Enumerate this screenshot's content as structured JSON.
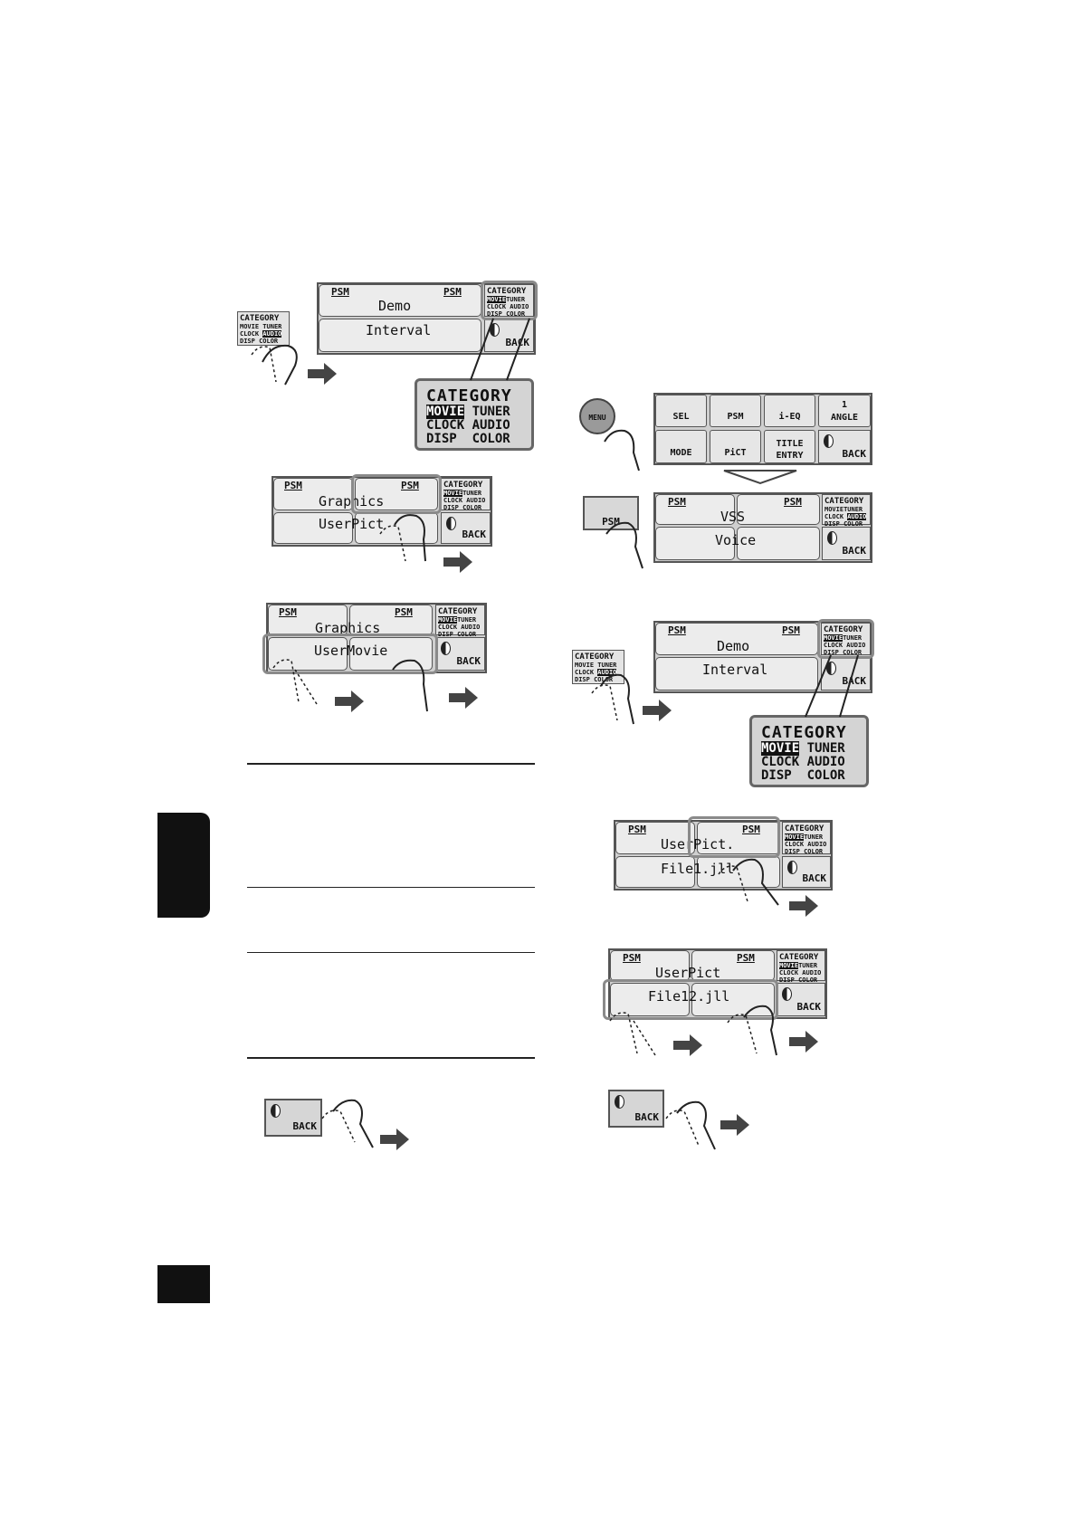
{
  "labels": {
    "psm": "PSM",
    "category": "CATEGORY",
    "movie": "MOVIE",
    "tuner": "TUNER",
    "clock": "CLOCK",
    "audio": "AUDIO",
    "disp": "DISP",
    "color": "COLOR",
    "back": "BACK",
    "menu": "MENU"
  },
  "screens": {
    "demo_top": "Demo",
    "interval_bottom": "Interval",
    "graphics_top": "Graphics",
    "userpict_bottom": "UserPict",
    "usermovie_bottom": "UserMovie",
    "vss_top": "VSS",
    "voice_bottom": "Voice",
    "userpict_top": "UserPict.",
    "file1_bottom": "File1.jll",
    "userpict_top2": "UserPict",
    "file12_bottom": "File12.jll"
  },
  "menu_grid": {
    "items": [
      "SEL",
      "PSM",
      "i-EQ",
      "1\nANGLE",
      "MODE",
      "PiCT",
      "TITLE\nENTRY",
      "BACK"
    ]
  }
}
